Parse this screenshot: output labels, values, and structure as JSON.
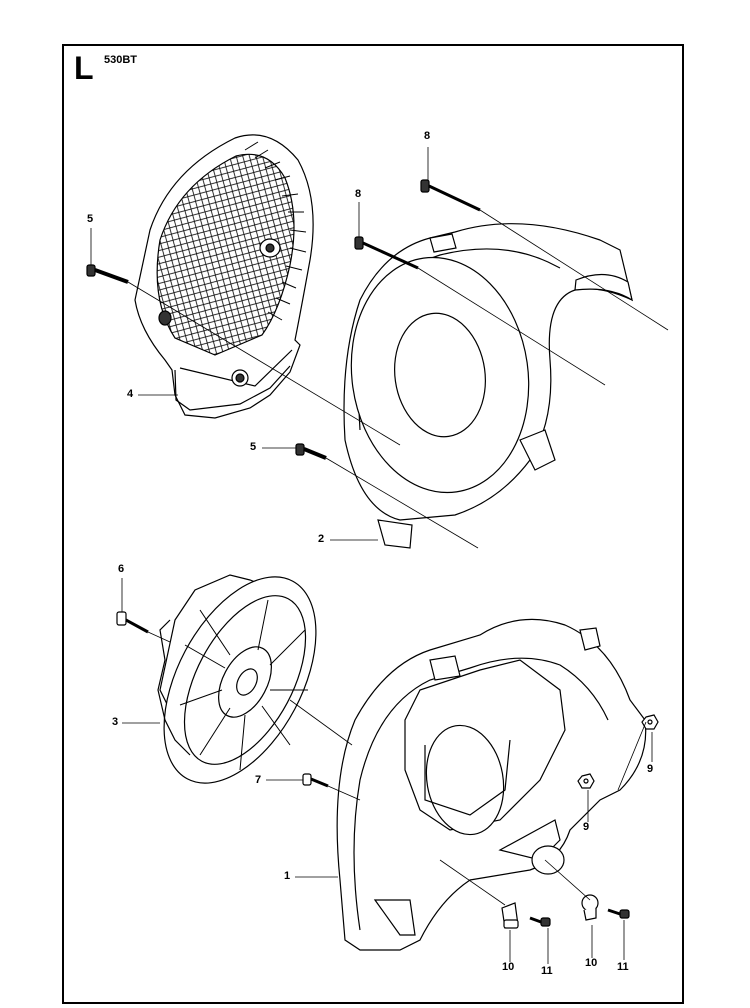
{
  "page": {
    "section_letter": "L",
    "model": "530BT"
  },
  "callouts": [
    {
      "id": "1",
      "label": "1"
    },
    {
      "id": "2",
      "label": "2"
    },
    {
      "id": "3",
      "label": "3"
    },
    {
      "id": "4",
      "label": "4"
    },
    {
      "id": "5a",
      "label": "5"
    },
    {
      "id": "5b",
      "label": "5"
    },
    {
      "id": "6",
      "label": "6"
    },
    {
      "id": "7",
      "label": "7"
    },
    {
      "id": "8a",
      "label": "8"
    },
    {
      "id": "8b",
      "label": "8"
    },
    {
      "id": "9a",
      "label": "9"
    },
    {
      "id": "9b",
      "label": "9"
    },
    {
      "id": "10a",
      "label": "10"
    },
    {
      "id": "10b",
      "label": "10"
    },
    {
      "id": "11a",
      "label": "11"
    },
    {
      "id": "11b",
      "label": "11"
    }
  ],
  "colors": {
    "line": "#000000",
    "paper": "#ffffff",
    "shade": "#d8d8d8"
  }
}
